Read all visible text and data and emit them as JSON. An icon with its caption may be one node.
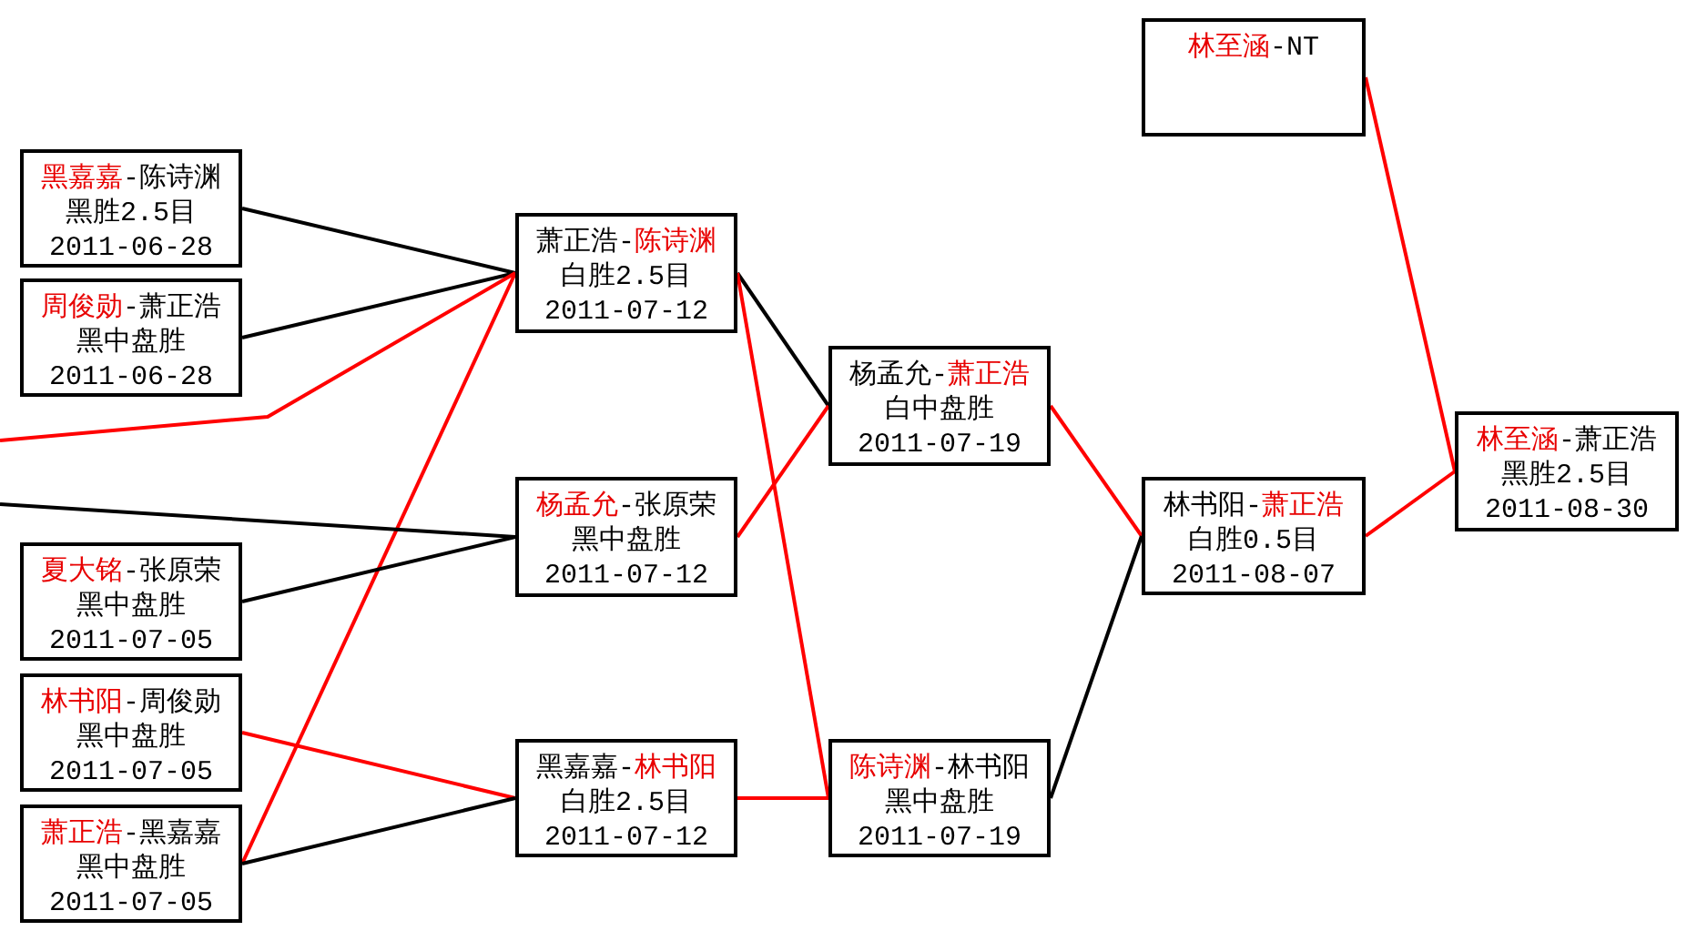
{
  "diagram": {
    "nodes": [
      {
        "text": [
          "黑嘉嘉-陈诗渊",
          "黑胜2.5目",
          "2011-06-28"
        ]
      },
      {
        "text": [
          "周俊勋-萧正浩",
          "黑中盘胜",
          "2011-06-28"
        ]
      },
      {
        "text": [
          "夏大铭-张原荣",
          "黑中盘胜",
          "2011-07-05"
        ]
      },
      {
        "text": [
          "林书阳-周俊勋",
          "黑中盘胜",
          "2011-07-05"
        ]
      },
      {
        "text": [
          "萧正浩-黑嘉嘉",
          "黑中盘胜",
          "2011-07-05"
        ]
      },
      {
        "text": [
          "萧正浩-陈诗渊",
          "白胜2.5目",
          "2011-07-12"
        ]
      },
      {
        "text": [
          "杨孟允-张原荣",
          "黑中盘胜",
          "2011-07-12"
        ]
      },
      {
        "text": [
          "黑嘉嘉-林书阳",
          "白胜2.5目",
          "2011-07-12"
        ]
      },
      {
        "text": [
          "杨孟允-萧正浩",
          "白中盘胜",
          "2011-07-19"
        ]
      },
      {
        "text": [
          "陈诗渊-林书阳",
          "黑中盘胜",
          "2011-07-19"
        ]
      },
      {
        "text": [
          "林至涵-NT"
        ]
      },
      {
        "text": [
          "林书阳-萧正浩",
          "白胜0.5目",
          "2011-08-07"
        ]
      },
      {
        "text": [
          "林至涵-萧正浩",
          "黑胜2.5目",
          "2011-08-30"
        ]
      }
    ],
    "edges": [
      {
        "from": 0,
        "to": 5,
        "arrow": "none",
        "color": "#000000"
      },
      {
        "from": 1,
        "to": 5,
        "arrow": "none",
        "color": "#000000"
      },
      {
        "from": null,
        "to": 5,
        "arrow": "none"
      },
      {
        "from": 4,
        "to": 5,
        "arrow": "none"
      },
      {
        "from": null,
        "to": 6,
        "arrow": "none",
        "color": "#000000"
      },
      {
        "from": 2,
        "to": 6,
        "arrow": "none",
        "color": "#000000"
      },
      {
        "from": 3,
        "to": 7,
        "arrow": "none"
      },
      {
        "from": 4,
        "to": 7,
        "arrow": "none",
        "color": "#000000"
      },
      {
        "from": 5,
        "to": 8,
        "arrow": "none",
        "color": "#000000"
      },
      {
        "from": 6,
        "to": 8,
        "arrow": "none"
      },
      {
        "from": 5,
        "to": 9,
        "arrow": "none"
      },
      {
        "from": 7,
        "to": 9,
        "arrow": "none"
      },
      {
        "from": 8,
        "to": 11,
        "arrow": "none"
      },
      {
        "from": 9,
        "to": 11,
        "arrow": "none",
        "color": "#000000"
      },
      {
        "from": 10,
        "to": 12,
        "arrow": "none"
      },
      {
        "from": 11,
        "to": 12,
        "arrow": "none"
      }
    ]
  }
}
